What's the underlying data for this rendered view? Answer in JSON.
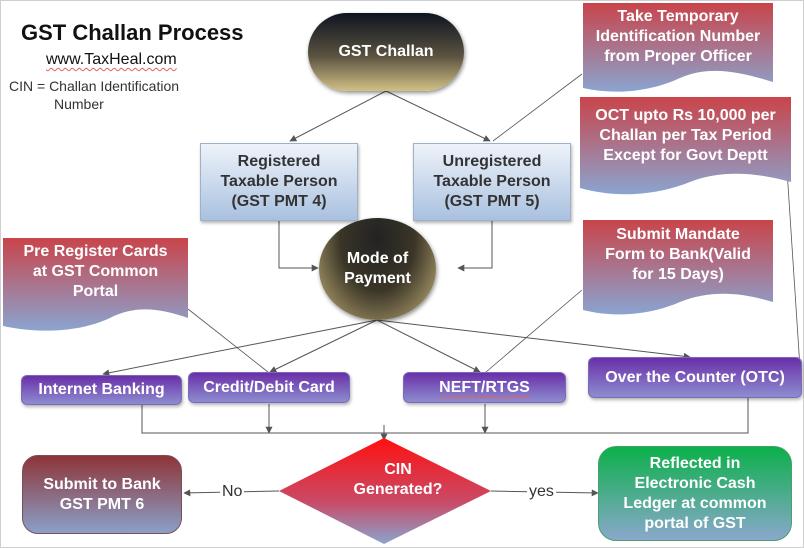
{
  "header": {
    "title": "GST Challan Process",
    "website": "www.TaxHeal.com",
    "note_line1": "CIN = Challan Identification",
    "note_line2": "Number"
  },
  "nodes": {
    "gst_challan": "GST Challan",
    "registered": [
      "Registered",
      "Taxable Person",
      "(GST PMT 4)"
    ],
    "unregistered": [
      "Unregistered",
      "Taxable Person",
      "(GST PMT 5)"
    ],
    "mode_of_payment": [
      "Mode of",
      "Payment"
    ],
    "internet_banking": "Internet Banking",
    "credit_debit_card": "Credit/Debit Card",
    "neft_rtgs": "NEFT/RTGS",
    "otc": "Over the Counter (OTC)",
    "cin_decision": [
      "CIN",
      "Generated?"
    ],
    "submit_to_bank": [
      "Submit to Bank",
      "GST PMT 6"
    ],
    "reflected": [
      "Reflected in",
      "Electronic Cash",
      "Ledger at common",
      "portal of GST"
    ]
  },
  "notes": {
    "temp_id": [
      "Take Temporary",
      "Identification Number",
      "from Proper Officer"
    ],
    "oct_limit": [
      "OCT upto Rs 10,000 per",
      "Challan per Tax Period",
      "Except for Govt Deptt"
    ],
    "pre_register": [
      "Pre Register Cards",
      "at GST Common",
      "Portal"
    ],
    "mandate": [
      "Submit Mandate",
      "Form to Bank(Valid",
      "for 15 Days)"
    ]
  },
  "edges": {
    "no_label": "No",
    "yes_label": "yes"
  },
  "colors": {
    "wire": "#555555",
    "note_top": "#c9444a",
    "note_bottom": "#8aa4d0",
    "purple_top": "#6a2fa8",
    "decision_top": "#ff1010",
    "success_top": "#0bb04a"
  }
}
